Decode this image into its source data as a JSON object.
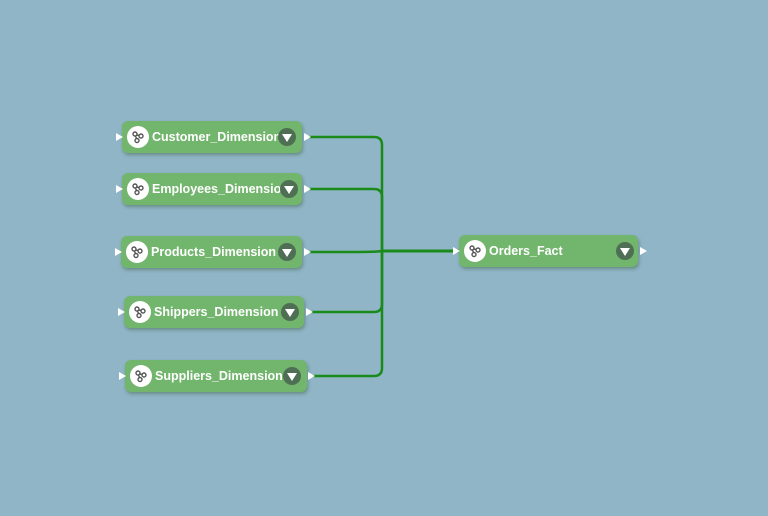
{
  "diagram": {
    "link_color": "#1a8a1a",
    "node_color": "#72b56d",
    "background": "#8fb5c6",
    "nodes": [
      {
        "id": "customer",
        "label": "Customer_Dimension",
        "icon": "relations-icon"
      },
      {
        "id": "employees",
        "label": "Employees_Dimension",
        "icon": "relations-icon"
      },
      {
        "id": "products",
        "label": "Products_Dimension",
        "icon": "relations-icon"
      },
      {
        "id": "shippers",
        "label": "Shippers_Dimension",
        "icon": "relations-icon"
      },
      {
        "id": "suppliers",
        "label": "Suppliers_Dimension",
        "icon": "relations-icon"
      },
      {
        "id": "orders",
        "label": "Orders_Fact",
        "icon": "relations-icon"
      }
    ],
    "edges": [
      {
        "from": "customer",
        "to": "orders"
      },
      {
        "from": "employees",
        "to": "orders"
      },
      {
        "from": "products",
        "to": "orders"
      },
      {
        "from": "shippers",
        "to": "orders"
      },
      {
        "from": "suppliers",
        "to": "orders"
      }
    ]
  }
}
